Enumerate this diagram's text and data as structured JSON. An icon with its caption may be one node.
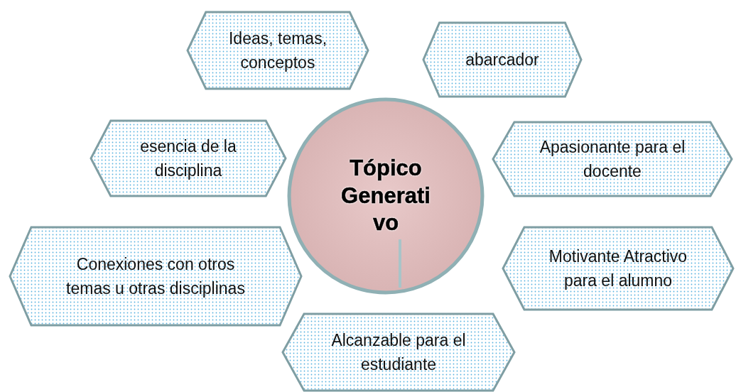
{
  "diagram": {
    "nodes": [
      {
        "text": [
          "Tópico Generati vo"
        ]
      },
      {
        "text": [
          "Ideas, temas, conceptos"
        ]
      },
      {
        "text": [
          "abarcador"
        ]
      },
      {
        "text": [
          "esencia de la disciplina"
        ]
      },
      {
        "text": [
          "Apasionante para el docente"
        ]
      },
      {
        "text": [
          "Conexiones con otros temas u otras disciplinas"
        ]
      },
      {
        "text": [
          "Motivante Atractivo para el alumno"
        ]
      },
      {
        "text": [
          "Alcanzable para el estudiante"
        ]
      }
    ],
    "edges": []
  }
}
